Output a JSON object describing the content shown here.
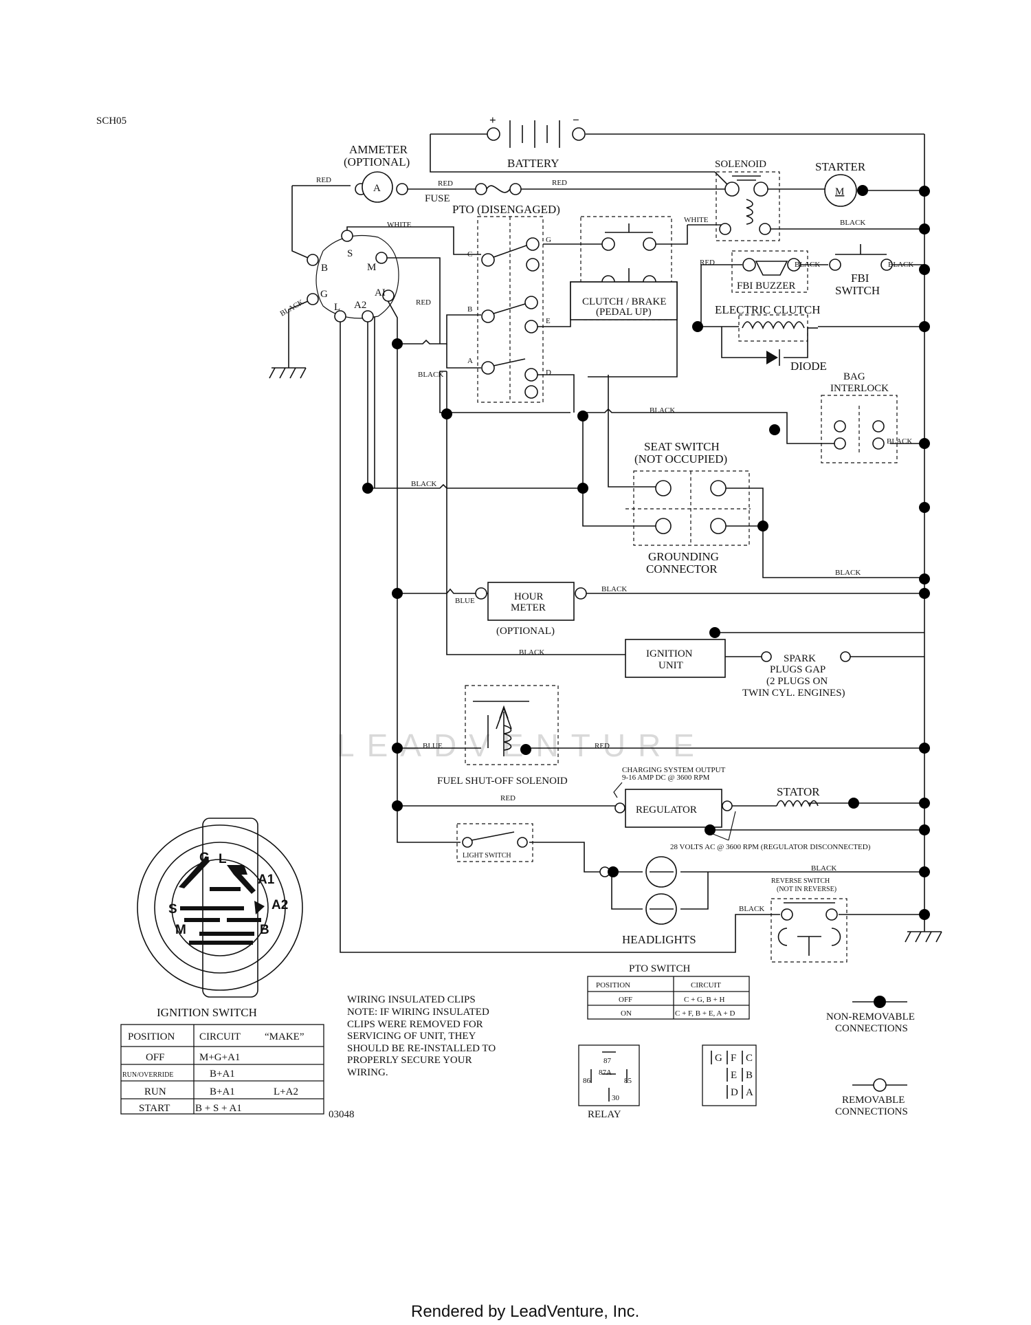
{
  "diagram_id": "SCH05",
  "drawing_number": "03048",
  "footer": "Rendered by LeadVenture, Inc.",
  "watermark": "LEADVENTURE",
  "components": {
    "battery": "BATTERY",
    "battery_pos": "+",
    "battery_neg": "−",
    "ammeter_line1": "AMMETER",
    "ammeter_line2": "(OPTIONAL)",
    "ammeter_symbol": "A",
    "fuse": "FUSE",
    "solenoid": "SOLENOID",
    "starter": "STARTER",
    "starter_symbol": "M",
    "pto": "PTO (DISENGAGED)",
    "clutch_brake_line1": "CLUTCH / BRAKE",
    "clutch_brake_line2": "(PEDAL UP)",
    "fbi_buzzer": "FBI BUZZER",
    "fbi_switch_line1": "FBI",
    "fbi_switch_line2": "SWITCH",
    "electric_clutch": "ELECTRIC CLUTCH",
    "diode": "DIODE",
    "bag_interlock_line1": "BAG",
    "bag_interlock_line2": "INTERLOCK",
    "seat_switch_line1": "SEAT SWITCH",
    "seat_switch_line2": "(NOT OCCUPIED)",
    "grounding_line1": "GROUNDING",
    "grounding_line2": "CONNECTOR",
    "hour_meter_line1": "HOUR",
    "hour_meter_line2": "METER",
    "hour_meter_optional": "(OPTIONAL)",
    "ignition_unit_line1": "IGNITION",
    "ignition_unit_line2": "UNIT",
    "spark_line1": "SPARK",
    "spark_line2": "PLUGS GAP",
    "spark_line3": "(2 PLUGS ON",
    "spark_line4": "TWIN CYL. ENGINES)",
    "fuel_solenoid": "FUEL SHUT-OFF SOLENOID",
    "charging_line1": "CHARGING SYSTEM OUTPUT",
    "charging_line2": "9-16 AMP DC @ 3600 RPM",
    "regulator": "REGULATOR",
    "stator": "STATOR",
    "volts_note": "28 VOLTS AC @ 3600 RPM (REGULATOR DISCONNECTED)",
    "light_switch": "LIGHT SWITCH",
    "headlights": "HEADLIGHTS",
    "reverse_line1": "REVERSE SWITCH",
    "reverse_line2": "(NOT IN REVERSE)"
  },
  "pins": {
    "ign": [
      "S",
      "M",
      "B",
      "G",
      "L",
      "A2",
      "AI"
    ],
    "pto": [
      "C",
      "G",
      "B",
      "E",
      "A",
      "D"
    ]
  },
  "wire_labels": {
    "red": "RED",
    "white": "WHITE",
    "black": "BLACK",
    "blue": "BLUE"
  },
  "ignition_switch": {
    "title": "IGNITION SWITCH",
    "connector_letters": [
      "G",
      "L",
      "A1",
      "S",
      "A2",
      "M",
      "B"
    ],
    "headers": [
      "POSITION",
      "CIRCUIT",
      "“MAKE”"
    ],
    "rows": [
      [
        "OFF",
        "M+G+A1",
        ""
      ],
      [
        "RUN/OVERRIDE",
        "B+A1",
        ""
      ],
      [
        "RUN",
        "B+A1",
        "L+A2"
      ],
      [
        "START",
        "B + S + A1",
        ""
      ]
    ]
  },
  "pto_switch": {
    "title": "PTO SWITCH",
    "headers": [
      "POSITION",
      "CIRCUIT"
    ],
    "rows": [
      [
        "OFF",
        "C + G, B + H"
      ],
      [
        "ON",
        "C + F, B + E, A + D"
      ]
    ]
  },
  "note": [
    "WIRING INSULATED CLIPS",
    "NOTE:  IF WIRING INSULATED",
    "CLIPS WERE REMOVED FOR",
    "SERVICING OF UNIT, THEY",
    "SHOULD BE RE-INSTALLED TO",
    "PROPERLY SECURE YOUR",
    "WIRING."
  ],
  "relay": {
    "label": "RELAY",
    "pins": [
      "87",
      "87A",
      "86",
      "85",
      "30"
    ]
  },
  "connector_pins": [
    "G",
    "F",
    "C",
    "E",
    "B",
    "D",
    "A"
  ],
  "legend": {
    "non_removable_line1": "NON-REMOVABLE",
    "non_removable_line2": "CONNECTIONS",
    "removable_line1": "REMOVABLE",
    "removable_line2": "CONNECTIONS"
  }
}
